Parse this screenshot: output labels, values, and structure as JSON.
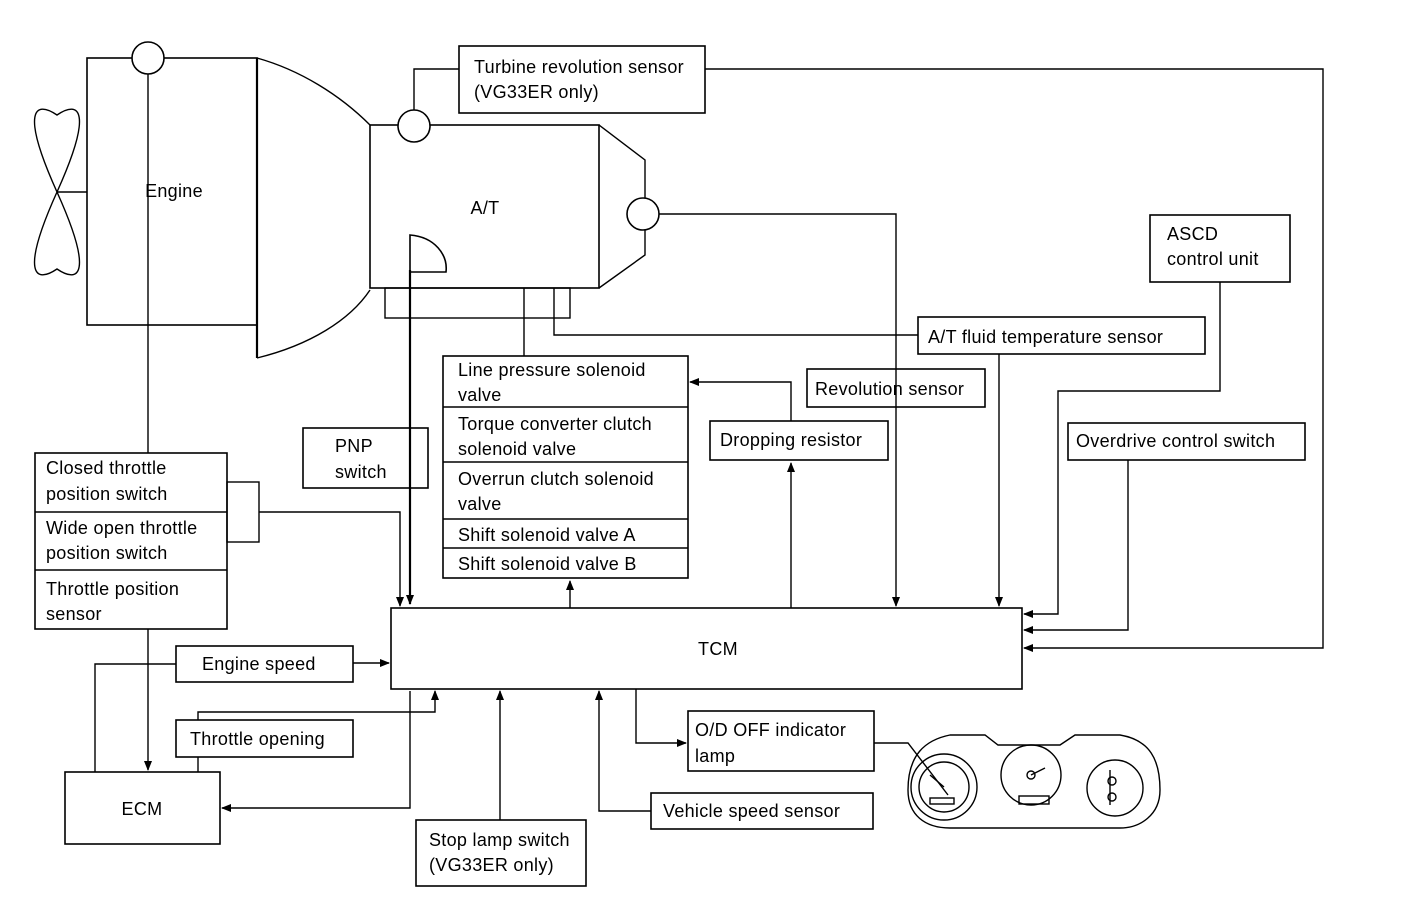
{
  "engine": "Engine",
  "at": "A/T",
  "turbine_sensor": [
    "Turbine revolution sensor",
    "(VG33ER only)"
  ],
  "ascd": [
    "ASCD",
    "control unit"
  ],
  "fluid_temp_sensor": "A/T fluid temperature sensor",
  "revolution_sensor": "Revolution sensor",
  "overdrive_switch": "Overdrive control switch",
  "dropping_resistor": "Dropping resistor",
  "pnp_switch": [
    "PNP",
    "switch"
  ],
  "solenoids": {
    "line_pressure": [
      "Line pressure solenoid",
      "valve"
    ],
    "torque_converter": [
      "Torque converter clutch",
      "solenoid valve"
    ],
    "overrun": [
      "Overrun clutch solenoid",
      "valve"
    ],
    "shift_a": "Shift solenoid valve A",
    "shift_b": "Shift solenoid valve B"
  },
  "throttle": {
    "closed": [
      "Closed throttle",
      "position switch"
    ],
    "wide_open": [
      "Wide open throttle",
      "position switch"
    ],
    "position_sensor": [
      "Throttle position",
      "sensor"
    ]
  },
  "tcm": "TCM",
  "engine_speed": "Engine speed",
  "throttle_opening": "Throttle opening",
  "ecm": "ECM",
  "stop_lamp": [
    "Stop lamp switch",
    "(VG33ER only)"
  ],
  "vehicle_speed_sensor": "Vehicle speed sensor",
  "od_off_lamp": [
    "O/D OFF indicator",
    "lamp"
  ]
}
